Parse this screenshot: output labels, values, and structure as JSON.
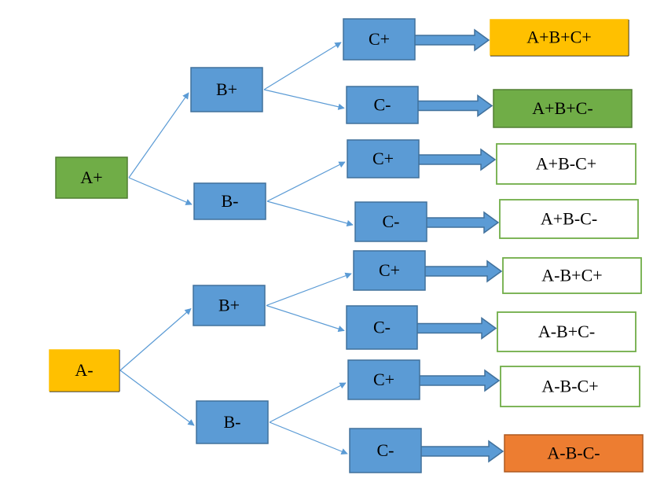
{
  "colors": {
    "blue_box": "#5B9BD5",
    "blue_border": "#41719C",
    "green": "#70AD47",
    "green_border": "#507E32",
    "yellow": "#FFC000",
    "orange": "#ED7D31",
    "orange_border": "#AE5A21",
    "outline_green": "#70AD47",
    "edge_line": "#5B9BD5"
  },
  "level_a": [
    {
      "id": "a_plus",
      "label": "A+",
      "style": "green"
    },
    {
      "id": "a_minus",
      "label": "A-",
      "style": "yellow"
    }
  ],
  "level_b": [
    {
      "id": "b1",
      "label": "B+",
      "parent": "a_plus"
    },
    {
      "id": "b2",
      "label": "B-",
      "parent": "a_plus"
    },
    {
      "id": "b3",
      "label": "B+",
      "parent": "a_minus"
    },
    {
      "id": "b4",
      "label": "B-",
      "parent": "a_minus"
    }
  ],
  "level_c": [
    {
      "id": "c1",
      "label": "C+",
      "parent": "b1"
    },
    {
      "id": "c2",
      "label": "C-",
      "parent": "b1"
    },
    {
      "id": "c3",
      "label": "C+",
      "parent": "b2"
    },
    {
      "id": "c4",
      "label": "C-",
      "parent": "b2"
    },
    {
      "id": "c5",
      "label": "C+",
      "parent": "b3"
    },
    {
      "id": "c6",
      "label": "C-",
      "parent": "b3"
    },
    {
      "id": "c7",
      "label": "C+",
      "parent": "b4"
    },
    {
      "id": "c8",
      "label": "C-",
      "parent": "b4"
    }
  ],
  "outcomes": [
    {
      "id": "o1",
      "label": "A+B+C+",
      "source": "c1",
      "style": "yellow"
    },
    {
      "id": "o2",
      "label": "A+B+C-",
      "source": "c2",
      "style": "green"
    },
    {
      "id": "o3",
      "label": "A+B-C+",
      "source": "c3",
      "style": "outline"
    },
    {
      "id": "o4",
      "label": "A+B-C-",
      "source": "c4",
      "style": "outline"
    },
    {
      "id": "o5",
      "label": "A-B+C+",
      "source": "c5",
      "style": "outline"
    },
    {
      "id": "o6",
      "label": "A-B+C-",
      "source": "c6",
      "style": "outline"
    },
    {
      "id": "o7",
      "label": "A-B-C+",
      "source": "c7",
      "style": "outline"
    },
    {
      "id": "o8",
      "label": "A-B-C-",
      "source": "c8",
      "style": "orange"
    }
  ]
}
